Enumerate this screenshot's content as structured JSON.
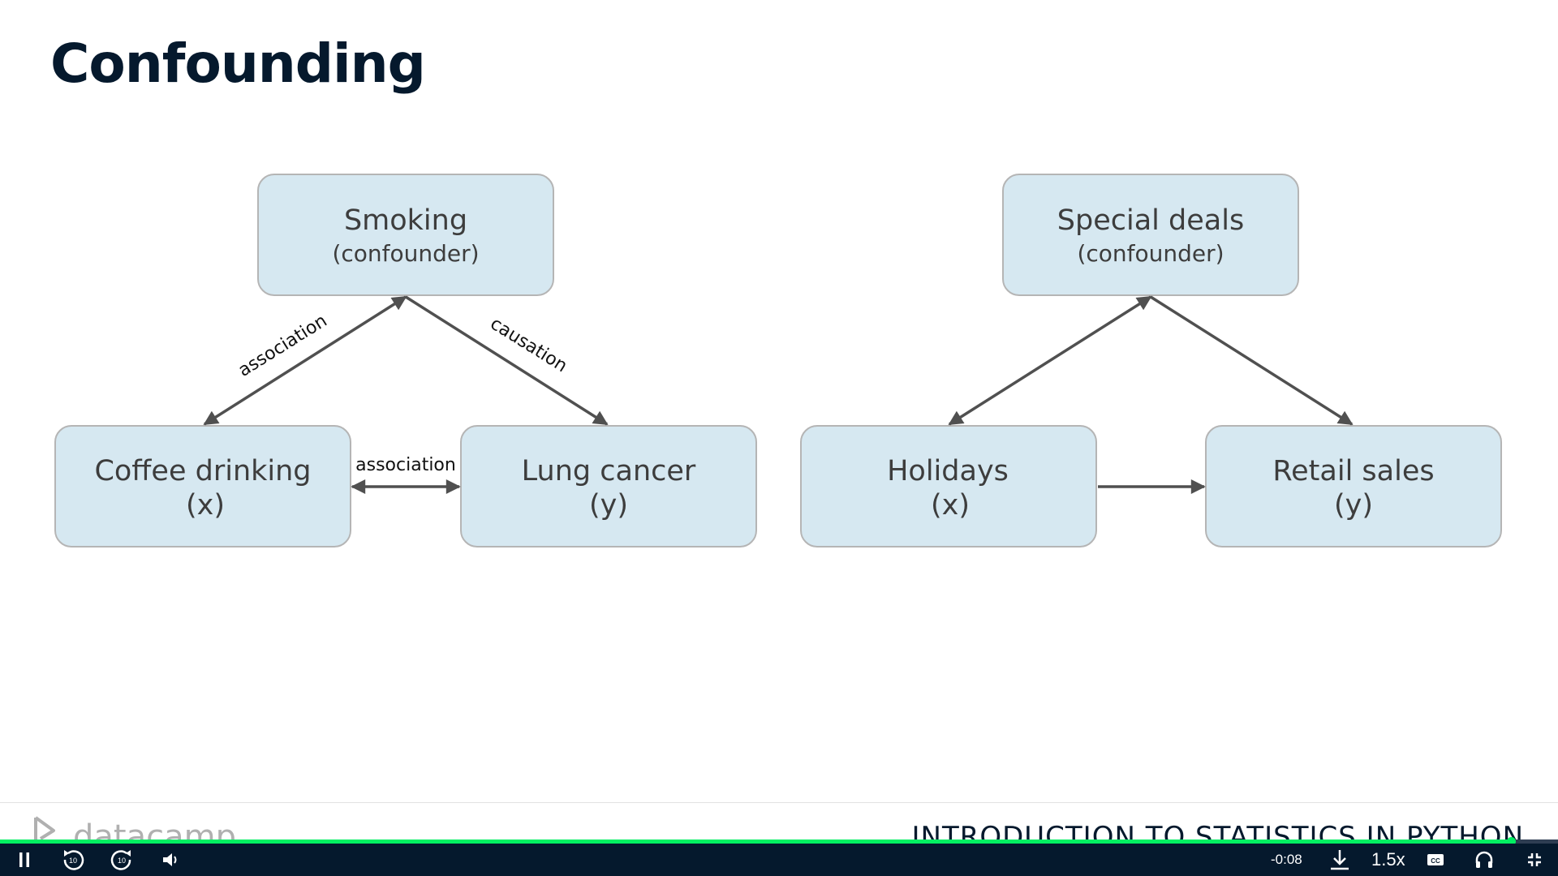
{
  "slide": {
    "title": "Confounding"
  },
  "diagram_left": {
    "top_main": "Smoking",
    "top_sub": "(confounder)",
    "left_main": "Coffee drinking",
    "left_sub": "(x)",
    "right_main": "Lung cancer",
    "right_sub": "(y)",
    "edge_top_left": "association",
    "edge_top_right": "causation",
    "edge_bottom": "association"
  },
  "diagram_right": {
    "top_main": "Special deals",
    "top_sub": "(confounder)",
    "left_main": "Holidays",
    "left_sub": "(x)",
    "right_main": "Retail sales",
    "right_sub": "(y)"
  },
  "footer": {
    "logo_text": "datacamp",
    "course_title": "INTRODUCTION TO STATISTICS IN PYTHON"
  },
  "player": {
    "time_remaining": "-0:08",
    "speed": "1.5x",
    "progress_fraction": 0.97,
    "skip_back_seconds": "10",
    "skip_forward_seconds": "10"
  },
  "colors": {
    "node_fill": "#d6e8f1",
    "node_stroke": "#b5b5b5",
    "arrow": "#505050",
    "player_bg": "#05192d",
    "progress": "#03ef62",
    "title": "#05192d"
  }
}
